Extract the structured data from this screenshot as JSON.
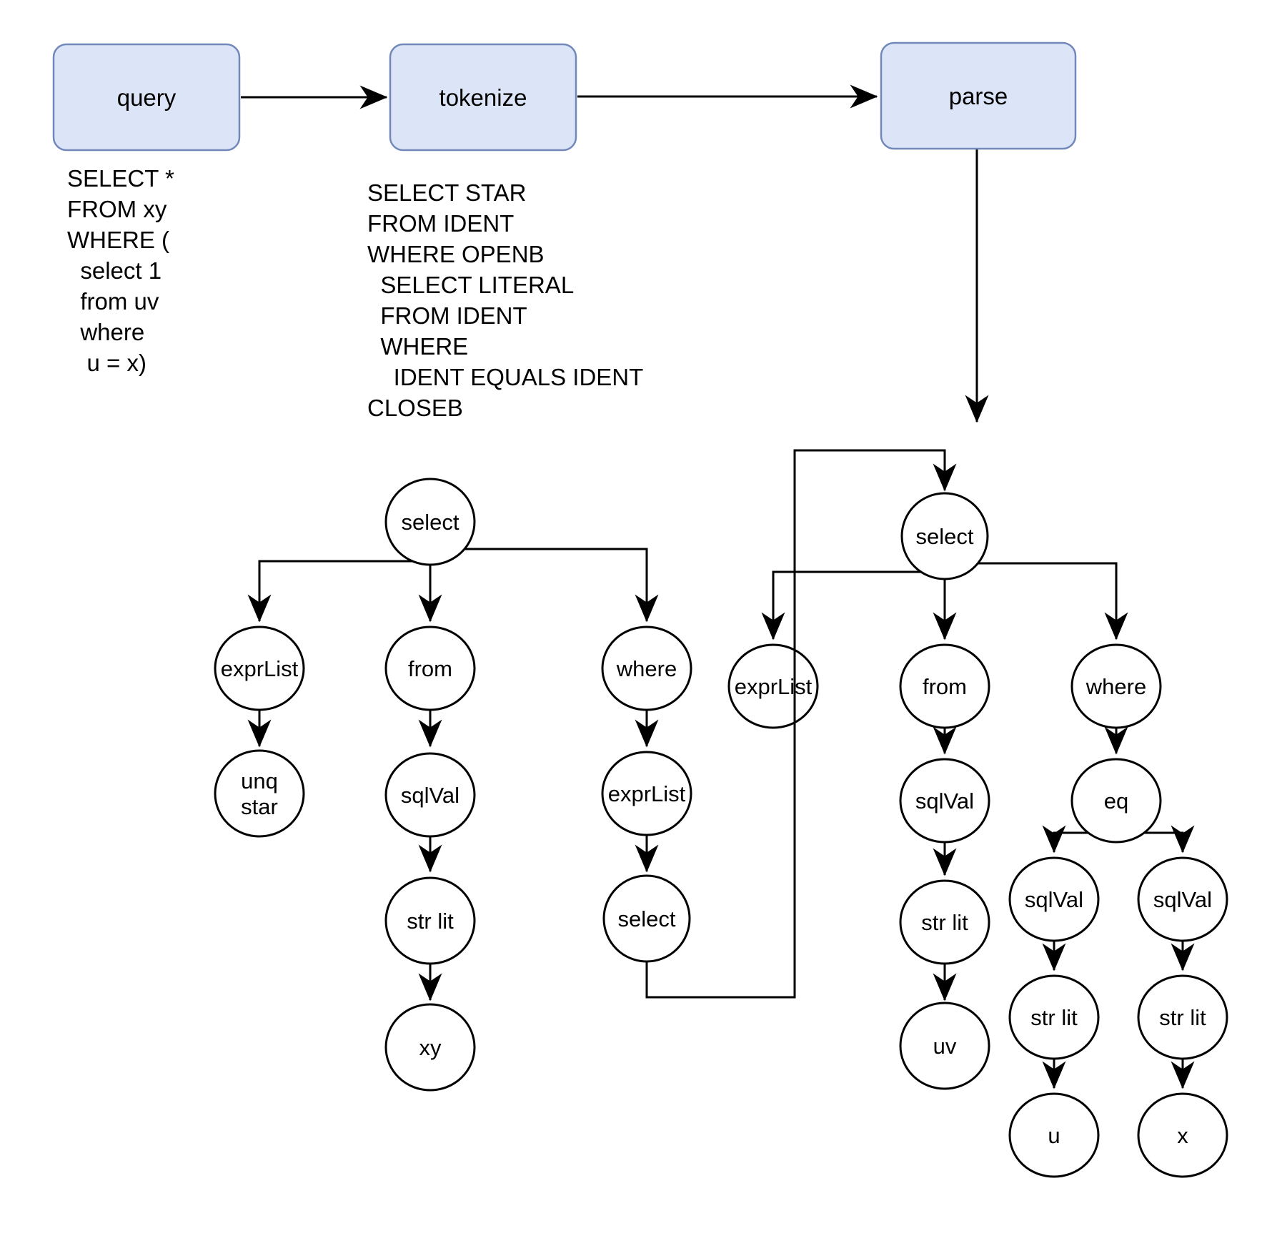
{
  "title": "SQL query parse pipeline diagram",
  "colors": {
    "box_fill": "#dce5f7",
    "box_border": "#7288ba",
    "node_fill": "#ffffff",
    "edge": "#000000",
    "text": "#000000",
    "background": "#ffffff"
  },
  "pipeline": {
    "query_label": "query",
    "tokenize_label": "tokenize",
    "parse_label": "parse"
  },
  "query_code": "SELECT *\nFROM xy\nWHERE (\n  select 1\n  from uv\n  where\n   u = x)",
  "token_code": "SELECT STAR\nFROM IDENT\nWHERE OPENB\n  SELECT LITERAL\n  FROM IDENT\n  WHERE\n    IDENT EQUALS IDENT\nCLOSEB",
  "left_tree": {
    "select": "select",
    "exprList": "exprList",
    "from": "from",
    "where": "where",
    "unq_line1": "unq",
    "unq_line2": "star",
    "sqlVal": "sqlVal",
    "exprList2": "exprList",
    "str_lit": "str lit",
    "select2": "select",
    "xy": "xy"
  },
  "right_tree": {
    "select": "select",
    "exprList": "exprList",
    "from": "from",
    "where": "where",
    "sqlVal": "sqlVal",
    "eq": "eq",
    "str_lit": "str lit",
    "uv": "uv",
    "sqlVal_left": "sqlVal",
    "sqlVal_right": "sqlVal",
    "str_lit_left": "str lit",
    "str_lit_right": "str lit",
    "u": "u",
    "x": "x"
  }
}
